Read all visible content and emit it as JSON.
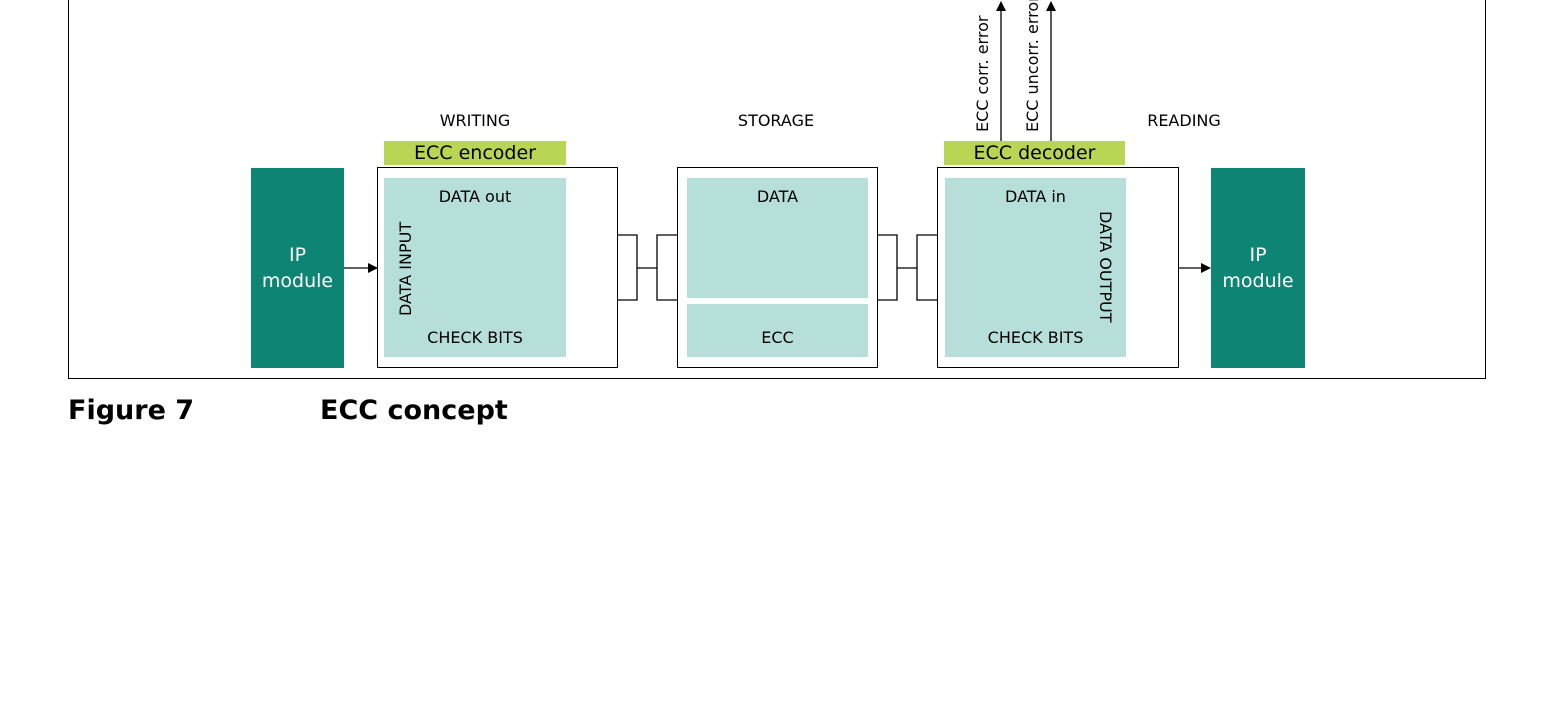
{
  "section_labels": {
    "writing": "WRITING",
    "storage": "STORAGE",
    "reading": "READING"
  },
  "encoder": {
    "title": "ECC encoder",
    "data_out": "DATA out",
    "data_input": "DATA INPUT",
    "check_bits": "CHECK BITS"
  },
  "storage": {
    "data": "DATA",
    "ecc": "ECC"
  },
  "decoder": {
    "title": "ECC decoder",
    "data_in": "DATA in",
    "data_output": "DATA OUTPUT",
    "check_bits": "CHECK BITS"
  },
  "signals": {
    "corr_error": "ECC corr. error",
    "uncorr_error": "ECC uncorr. error"
  },
  "ip_module_left": {
    "line1": "IP",
    "line2": "module"
  },
  "ip_module_right": {
    "line1": "IP",
    "line2": "module"
  },
  "figure": {
    "number": "Figure 7",
    "title": "ECC concept"
  },
  "colors": {
    "teal": "#0e8475",
    "light_teal": "#b7dfd9",
    "lime": "#b9d554"
  }
}
